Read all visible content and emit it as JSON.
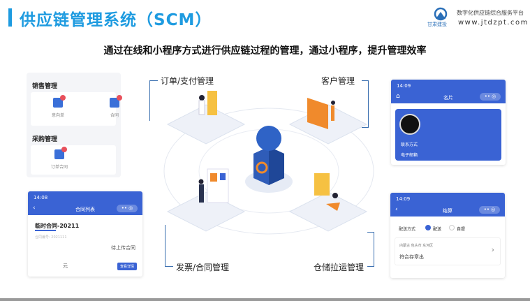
{
  "header": {
    "title": "供应链管理系统（SCM）",
    "logo_text": "甘肃建投",
    "slogan": "数字化供应链综合服务平台",
    "url": "www.jtdzpt.com"
  },
  "subtitle": "通过在线和小程序方式进行供应链过程的管理，通过小程序，提升管理效率",
  "modules": {
    "order": "订单/支付管理",
    "customer": "客户管理",
    "invoice": "发票/合同管理",
    "warehouse": "仓储拉运管理"
  },
  "menu_panel": {
    "sales": "销售管理",
    "sales_items": [
      "意向单",
      "合同"
    ],
    "purchase": "采购管理",
    "purchase_items": [
      "订单合同"
    ]
  },
  "contract_phone": {
    "time": "14:08",
    "title": "合同列表",
    "item_title": "临时合同-20211",
    "item_no": "合同编号: 2021111",
    "status": "待上传合同",
    "amount": "元",
    "button": "查看详情"
  },
  "card_phone": {
    "time": "14:09",
    "title": "名片",
    "contact": "联系方式",
    "email": "电子邮箱"
  },
  "settle_phone": {
    "time": "14:09",
    "title": "结算",
    "delivery_label": "配送方式",
    "opt1": "配送",
    "opt2": "自提",
    "address": "内蒙古 包头市 东河区",
    "addr_detail": "符合存章出"
  },
  "colors": {
    "accent": "#1e9be0",
    "phone_header": "#3a63d4",
    "orange": "#f08a2c"
  }
}
